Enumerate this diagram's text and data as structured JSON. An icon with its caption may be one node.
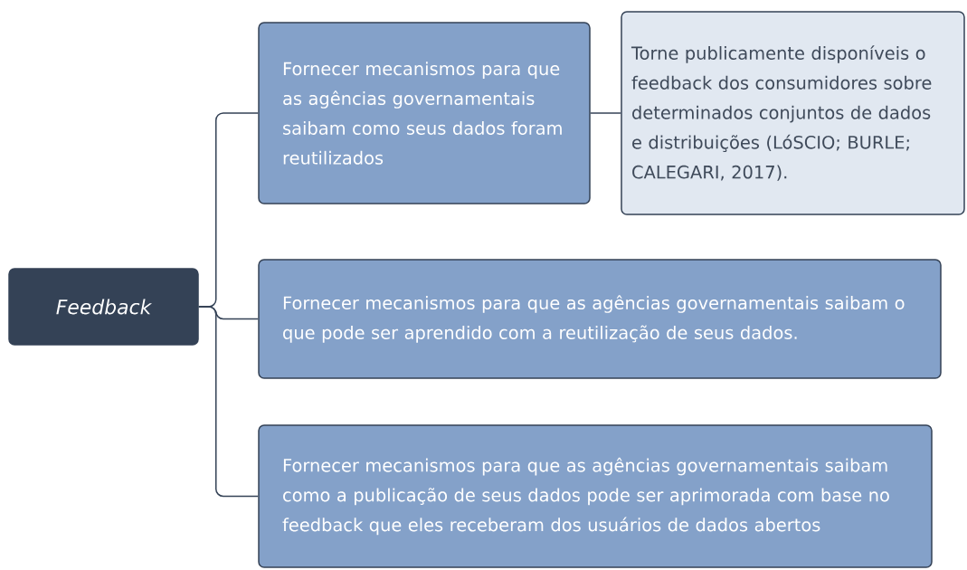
{
  "diagram": {
    "nodes": [
      {
        "text": [
          "Feedback"
        ]
      },
      {
        "text": [
          "Fornecer mecanismos para que as agências governamentais saibam como seus dados foram reutilizados"
        ]
      },
      {
        "text": [
          "Torne publicamente disponíveis o feedback dos consumidores sobre determinados conjuntos de dados e distribuições (LóSCIO; BURLE; CALEGARI, 2017)."
        ]
      },
      {
        "text": [
          "Fornecer mecanismos para que as agências governamentais saibam o que pode ser aprendido com a reutilização de seus dados."
        ]
      },
      {
        "text": [
          "Fornecer mecanismos para que as agências governamentais saibam como a publicação de seus dados pode ser aprimorada com base no feedback que eles receberam dos usuários de dados abertos"
        ]
      }
    ],
    "edges": [
      {
        "from": 0,
        "to": 1,
        "arrow": "none"
      },
      {
        "from": 1,
        "to": 2,
        "arrow": "none"
      },
      {
        "from": 0,
        "to": 3,
        "arrow": "none"
      },
      {
        "from": 0,
        "to": 4,
        "arrow": "none"
      }
    ]
  }
}
